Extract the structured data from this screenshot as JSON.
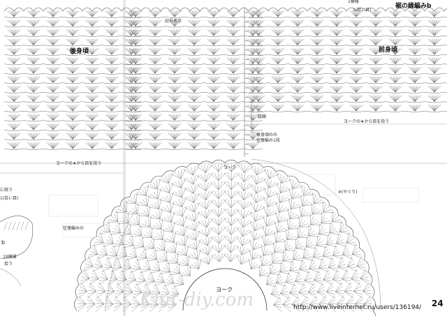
{
  "labels": {
    "back_body": "後身頃",
    "front_body": "前身頃",
    "hem_edging_b": "裾の縁編みb",
    "pickup_top": "1(拾い目)",
    "symbol_note": "記号表示",
    "yoke": "ヨーク",
    "yoke_pickup_left": "ヨークの★から目を拾う",
    "yoke_pickup_right": "ヨークの★から目を拾う",
    "back_center_a": "後身頃のみ",
    "back_center_b": "往復編み1段",
    "side_left": "1(拾い目)",
    "side_left2": "に続う",
    "side_b": "b",
    "side_eighteen": "18模様",
    "side_pick": "拾う",
    "ring_mark": "※(やぐり)",
    "top_small": "1模様",
    "mid_note": "往復編みの",
    "mid_mark": "脇線"
  },
  "footer": {
    "url": "http://www.liveinternet.ru/users/136194/",
    "page_number": "24",
    "watermark": "Knit-diy.com"
  }
}
